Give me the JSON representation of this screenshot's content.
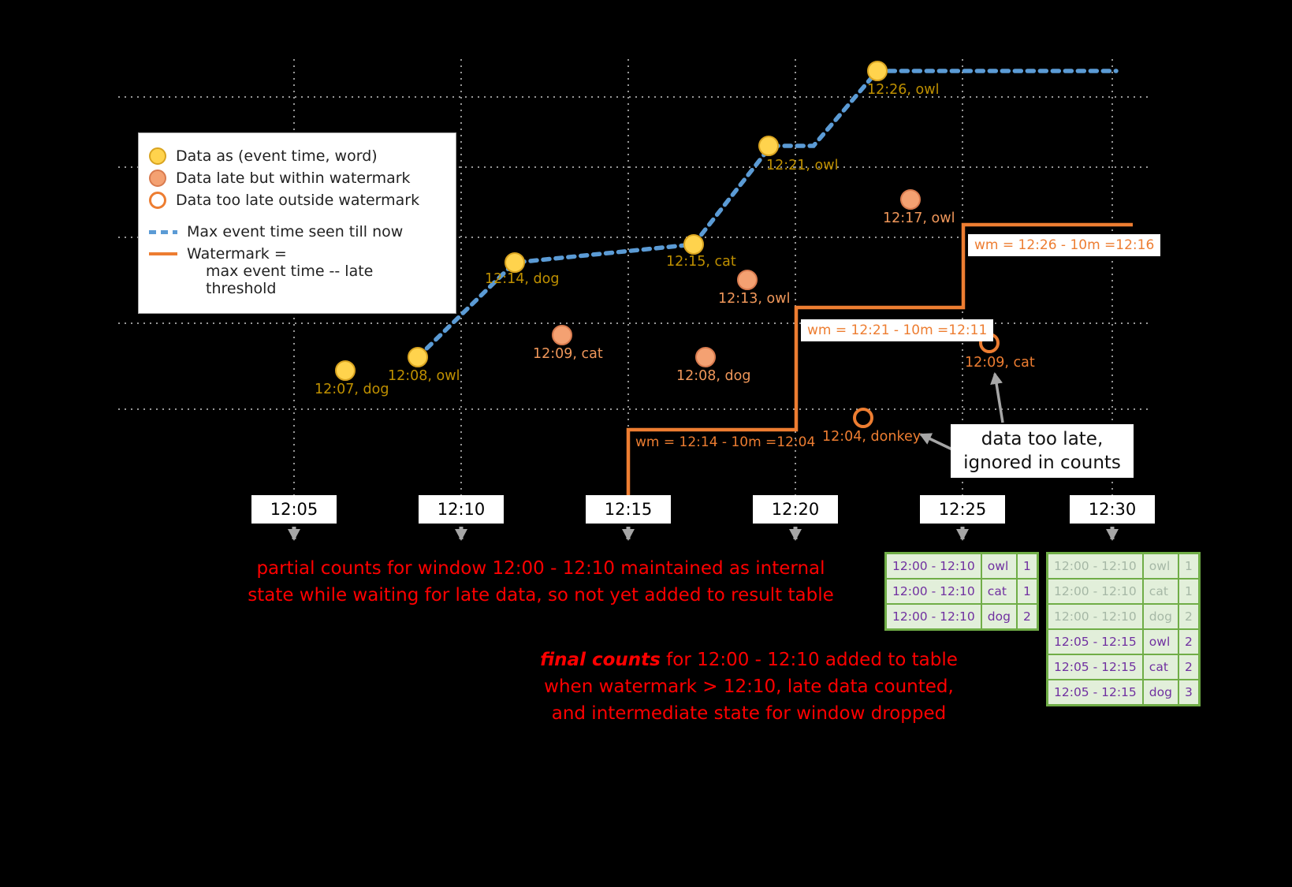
{
  "colors": {
    "background": "#000000",
    "on_time": "#FFD34D",
    "on_time_border": "#D9A420",
    "on_time_label": "#BF9000",
    "late": "#F4A172",
    "late_border": "#D97B4F",
    "late_label": "#F0975A",
    "too_late": "#ED7D31",
    "max_event_line": "#5B9BD5",
    "watermark_line": "#ED7D31",
    "annotation_red": "#FF0000",
    "table_border": "#70AD47",
    "table_bg": "#E2EFDA",
    "table_text": "#7030A0",
    "table_text_faded": "#A6B8A6",
    "grid": "#C9C9C9",
    "arrow_gray": "#A6A6A6"
  },
  "legend": {
    "items": [
      {
        "marker": "on-time-dot",
        "label": "Data as (event time, word)"
      },
      {
        "marker": "late-dot",
        "label": "Data late but within watermark"
      },
      {
        "marker": "too-late-dot",
        "label": "Data too late outside watermark"
      },
      {
        "marker": "max-event-dashed-line",
        "label": "Max event time seen till now"
      },
      {
        "marker": "watermark-line",
        "label": "Watermark =",
        "label2": "max event time -- late threshold"
      }
    ]
  },
  "points": [
    {
      "type": "on-time",
      "label": "12:07, dog"
    },
    {
      "type": "on-time",
      "label": "12:08, owl"
    },
    {
      "type": "on-time",
      "label": "12:14, dog"
    },
    {
      "type": "on-time",
      "label": "12:15, cat"
    },
    {
      "type": "on-time",
      "label": "12:21, owl"
    },
    {
      "type": "on-time",
      "label": "12:26, owl"
    },
    {
      "type": "late",
      "label": "12:09, cat"
    },
    {
      "type": "late",
      "label": "12:08, dog"
    },
    {
      "type": "late",
      "label": "12:13, owl"
    },
    {
      "type": "late",
      "label": "12:17, owl"
    },
    {
      "type": "too-late",
      "label": "12:04, donkey"
    },
    {
      "type": "too-late",
      "label": "12:09, cat"
    }
  ],
  "watermark_labels": [
    "wm = 12:14 - 10m =12:04",
    "wm = 12:21 - 10m =12:11",
    "wm = 12:26 - 10m =12:16"
  ],
  "axis": {
    "ticks": [
      "12:05",
      "12:10",
      "12:15",
      "12:20",
      "12:25",
      "12:30"
    ]
  },
  "annotations": {
    "partial": [
      "partial counts for window 12:00 - 12:10 maintained as internal",
      "state while waiting for late data, so not yet added to result table"
    ],
    "final": {
      "em": "final counts",
      "line1_rest": " for 12:00 - 12:10 added to table",
      "line2": "when watermark > 12:10, late data counted,",
      "line3": "and intermediate state for window dropped"
    },
    "too_late_note": [
      "data too late,",
      "ignored in counts"
    ]
  },
  "tables": {
    "intermediate": {
      "rows": [
        {
          "window": "12:00 - 12:10",
          "word": "owl",
          "count": "1"
        },
        {
          "window": "12:00 - 12:10",
          "word": "cat",
          "count": "1"
        },
        {
          "window": "12:00 - 12:10",
          "word": "dog",
          "count": "2"
        }
      ]
    },
    "final": {
      "rows": [
        {
          "window": "12:00 - 12:10",
          "word": "owl",
          "count": "1"
        },
        {
          "window": "12:00 - 12:10",
          "word": "cat",
          "count": "1"
        },
        {
          "window": "12:00 - 12:10",
          "word": "dog",
          "count": "2"
        },
        {
          "window": "12:05 - 12:15",
          "word": "owl",
          "count": "2"
        },
        {
          "window": "12:05 - 12:15",
          "word": "cat",
          "count": "2"
        },
        {
          "window": "12:05 - 12:15",
          "word": "dog",
          "count": "3"
        }
      ]
    }
  }
}
